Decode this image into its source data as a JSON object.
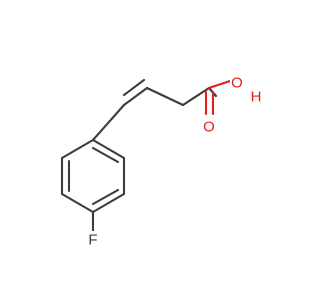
{
  "molecule": {
    "atoms": {
      "fluorine": {
        "label": "F",
        "color": "#3c3c3c"
      },
      "hydroxyl_o": {
        "label": "O",
        "color": "#e02020"
      },
      "hydroxyl_h": {
        "label": "H",
        "color": "#e02020"
      },
      "carbonyl_o": {
        "label": "O",
        "color": "#e02020"
      }
    },
    "colors": {
      "bond": "#3c3c3c",
      "oxygen": "#e02020",
      "background": "#ffffff"
    }
  }
}
